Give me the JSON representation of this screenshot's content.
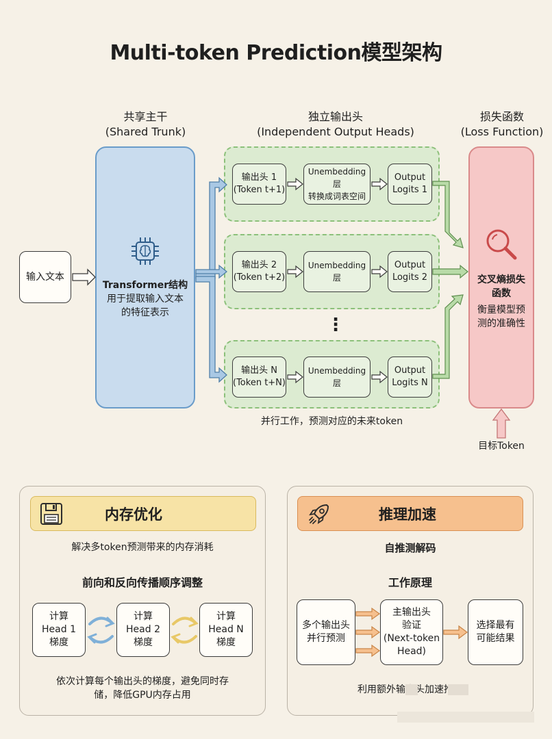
{
  "title": "Multi-token Prediction模型架构",
  "sections": {
    "trunk": {
      "zh": "共享主干",
      "en": "(Shared Trunk)"
    },
    "heads": {
      "zh": "独立输出头",
      "en": "(Independent Output Heads)"
    },
    "loss": {
      "zh": "损失函数",
      "en": "(Loss Function)"
    }
  },
  "input_text": "输入文本",
  "trunk_box": {
    "icon": "brain-chip-icon",
    "title": "Transformer结构",
    "desc1": "用于提取输入文本",
    "desc2": "的特征表示"
  },
  "heads": [
    {
      "name": "输出头 1",
      "token": "(Token t+1)",
      "unembed": "Unembedding层",
      "unembed_sub": "转换成词表空间",
      "logits1": "Output",
      "logits2": "Logits 1"
    },
    {
      "name": "输出头 2",
      "token": "(Token t+2)",
      "unembed": "Unembedding层",
      "unembed_sub": "",
      "logits1": "Output",
      "logits2": "Logits 2"
    },
    {
      "name": "输出头 N",
      "token": "(Token t+N)",
      "unembed": "Unembedding层",
      "unembed_sub": "",
      "logits1": "Output",
      "logits2": "Logits N"
    }
  ],
  "ellipsis": "⋮",
  "parallel_note": "并行工作，预测对应的未来token",
  "loss_box": {
    "icon": "magnifier-icon",
    "title1": "交叉熵损失",
    "title2": "函数",
    "desc1": "衡量模型预",
    "desc2": "测的准确性"
  },
  "target_token": "目标Token",
  "memory_card": {
    "icon": "floppy-disk-icon",
    "title": "内存优化",
    "subtitle": "解决多token预测带来的内存消耗",
    "section": "前向和反向传播顺序调整",
    "steps": [
      {
        "l1": "计算",
        "l2": "Head 1",
        "l3": "梯度"
      },
      {
        "l1": "计算",
        "l2": "Head 2",
        "l3": "梯度"
      },
      {
        "l1": "计算",
        "l2": "Head N",
        "l3": "梯度"
      }
    ],
    "footer1": "依次计算每个输出头的梯度，避免同时存",
    "footer2": "储，降低GPU内存占用"
  },
  "inference_card": {
    "icon": "rocket-icon",
    "title": "推理加速",
    "subtitle": "自推测解码",
    "section": "工作原理",
    "box1_l1": "多个输出头",
    "box1_l2": "并行预测",
    "box2_l1": "主输出头",
    "box2_l2": "验证",
    "box2_l3": "(Next-token",
    "box2_l4": "Head)",
    "box3_l1": "选择最有",
    "box3_l2": "可能结果",
    "footer": "利用额外输出头加速推理"
  },
  "colors": {
    "background": "#f6f1e7",
    "trunk_fill": "#c9dcee",
    "heads_fill": "#dcebd1",
    "loss_fill": "#f6c8c7",
    "memory_banner": "#f7e3a6",
    "inference_banner": "#f6c08e",
    "arrow_blue": "#6a9cc9",
    "arrow_green": "#7fae6b",
    "arrow_orange": "#f0b47a"
  }
}
